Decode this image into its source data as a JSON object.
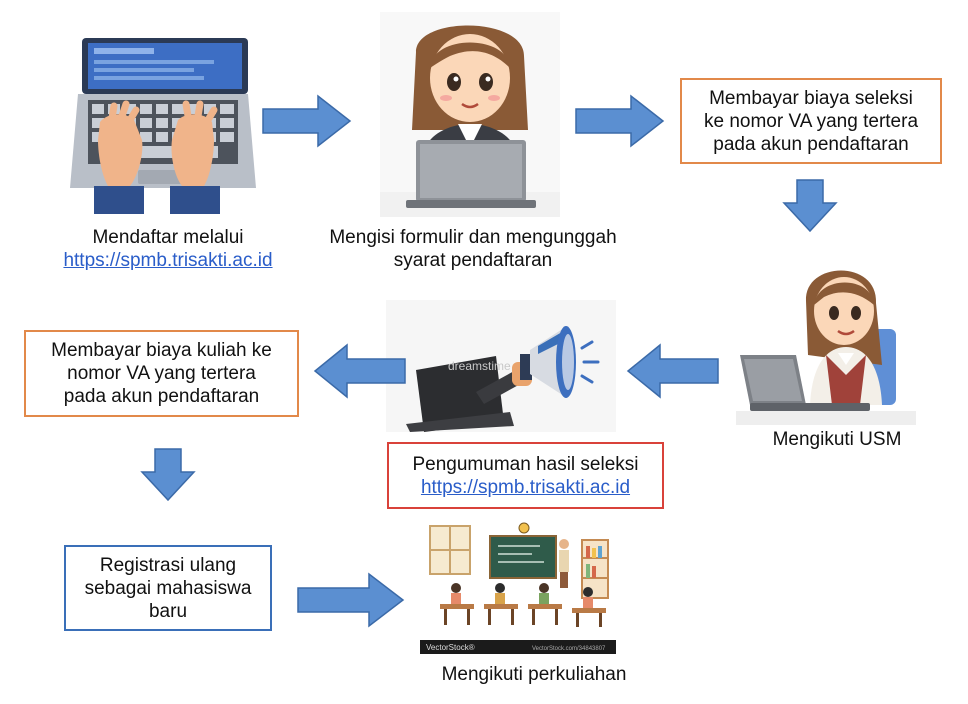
{
  "steps": {
    "register": {
      "text": "Mendaftar melalui",
      "link": "https://spmb.trisakti.ac.id"
    },
    "fill_form": {
      "line1": "Mengisi formulir dan mengunggah",
      "line2": "syarat pendaftaran"
    },
    "pay_selection": {
      "line1": "Membayar biaya seleksi",
      "line2": "ke nomor VA yang tertera",
      "line3": "pada akun pendaftaran"
    },
    "usm": {
      "text": "Mengikuti USM"
    },
    "announcement": {
      "text": "Pengumuman hasil seleksi",
      "link": "https://spmb.trisakti.ac.id"
    },
    "pay_tuition": {
      "line1": "Membayar biaya kuliah ke",
      "line2": "nomor VA yang tertera",
      "line3": "pada akun pendaftaran"
    },
    "reregister": {
      "line1": "Registrasi ulang",
      "line2": "sebagai mahasiswa",
      "line3": "baru"
    },
    "lectures": {
      "text": "Mengikuti perkuliahan"
    }
  },
  "watermarks": {
    "vectorstock": "VectorStock®",
    "vectorstock_id": "VectorStock.com/34843807",
    "dreamstime": "dreamstime"
  },
  "colors": {
    "arrow_fill": "#5b8fd1",
    "arrow_stroke": "#3b6aa8",
    "box_orange": "#e2894a",
    "box_red": "#d9423a",
    "box_blue": "#3a6fb8",
    "link": "#2a5dc9"
  },
  "icons": [
    "laptop-typing-icon",
    "woman-laptop-icon",
    "student-usm-icon",
    "megaphone-laptop-icon",
    "classroom-icon"
  ]
}
